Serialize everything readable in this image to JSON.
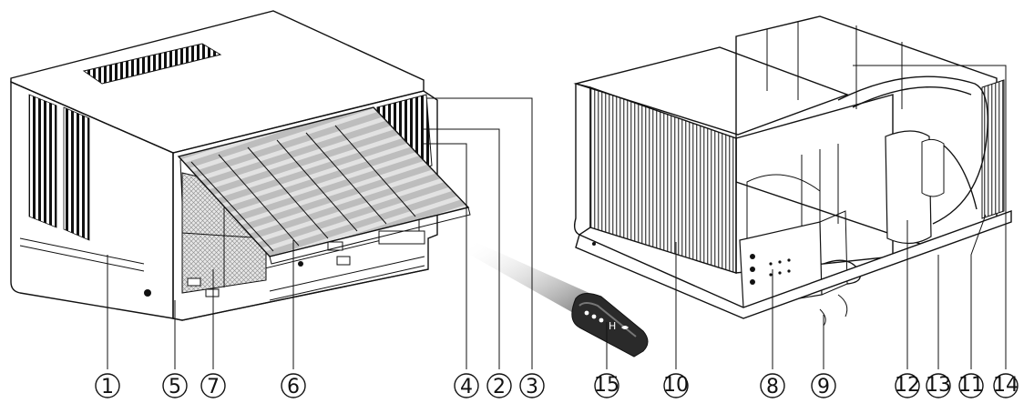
{
  "diagram": {
    "callouts": [
      {
        "id": "1",
        "label": "1"
      },
      {
        "id": "5",
        "label": "5"
      },
      {
        "id": "7",
        "label": "7"
      },
      {
        "id": "6",
        "label": "6"
      },
      {
        "id": "4",
        "label": "4"
      },
      {
        "id": "2",
        "label": "2"
      },
      {
        "id": "3",
        "label": "3"
      },
      {
        "id": "15",
        "label": "15"
      },
      {
        "id": "10",
        "label": "10"
      },
      {
        "id": "8",
        "label": "8"
      },
      {
        "id": "9",
        "label": "9"
      },
      {
        "id": "12",
        "label": "12"
      },
      {
        "id": "13",
        "label": "13"
      },
      {
        "id": "11",
        "label": "11"
      },
      {
        "id": "14",
        "label": "14"
      }
    ],
    "remote_label": "H"
  },
  "colors": {
    "ink": "#111111",
    "grille_grey": "#8a8a8a",
    "dark_grey": "#4a4a4a",
    "light_grey": "#d8d8d8"
  }
}
